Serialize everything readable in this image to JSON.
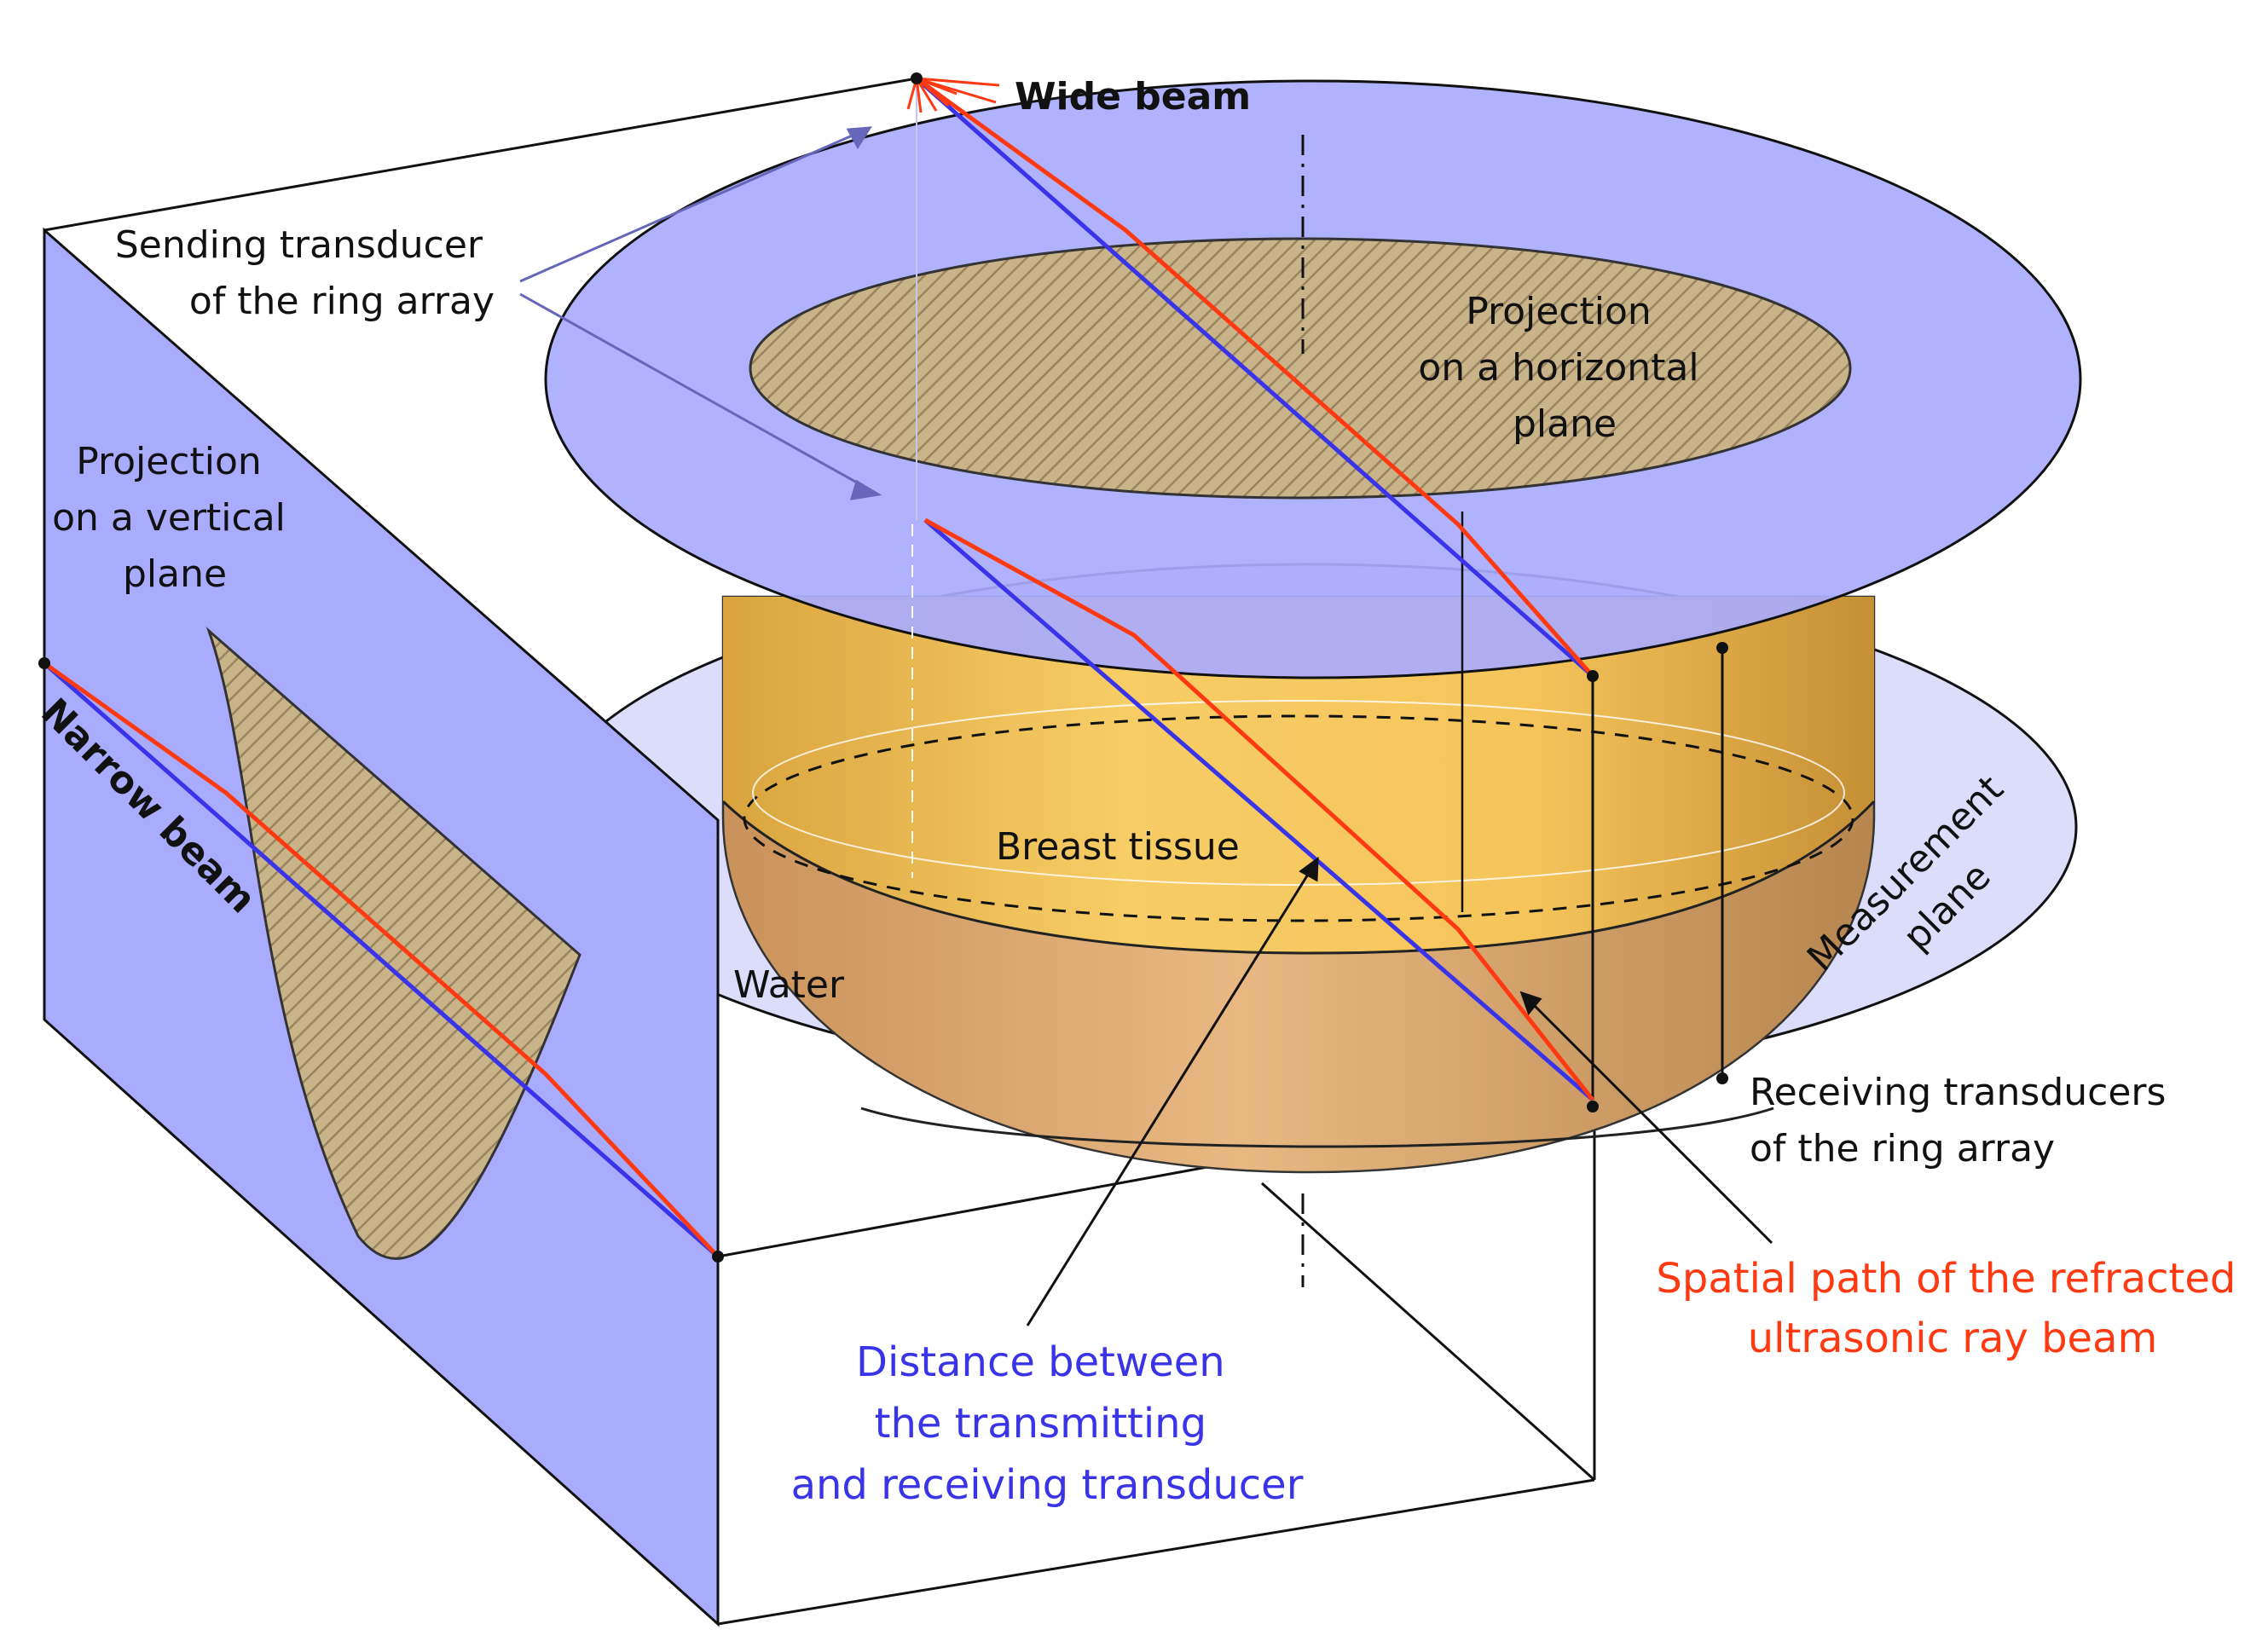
{
  "labels": {
    "wide_beam": "Wide beam",
    "narrow_beam": "Narrow beam",
    "sending_transducer": [
      "Sending transducer",
      "of the ring array"
    ],
    "projection_horizontal": [
      "Projection",
      "on a horizontal",
      "plane"
    ],
    "projection_vertical": [
      "Projection",
      "on a vertical",
      "plane"
    ],
    "breast_tissue": "Breast tissue",
    "water": "Water",
    "measurement_plane": [
      "Measurement",
      "plane"
    ],
    "receiving_transducers": [
      "Receiving transducers",
      "of the ring array"
    ],
    "refracted_path": [
      "Spatial path of the refracted",
      "ultrasonic ray beam"
    ],
    "distance": [
      "Distance between",
      "the transmitting",
      "and receiving transducer"
    ]
  },
  "colors": {
    "plane_fill": "#a9abfd",
    "tissue": "#f5c85a",
    "tissue_dark": "#c99a3b",
    "ray_straight": "#3a34e8",
    "ray_refracted": "#ff3a12",
    "hatch": "#c2ab80"
  }
}
